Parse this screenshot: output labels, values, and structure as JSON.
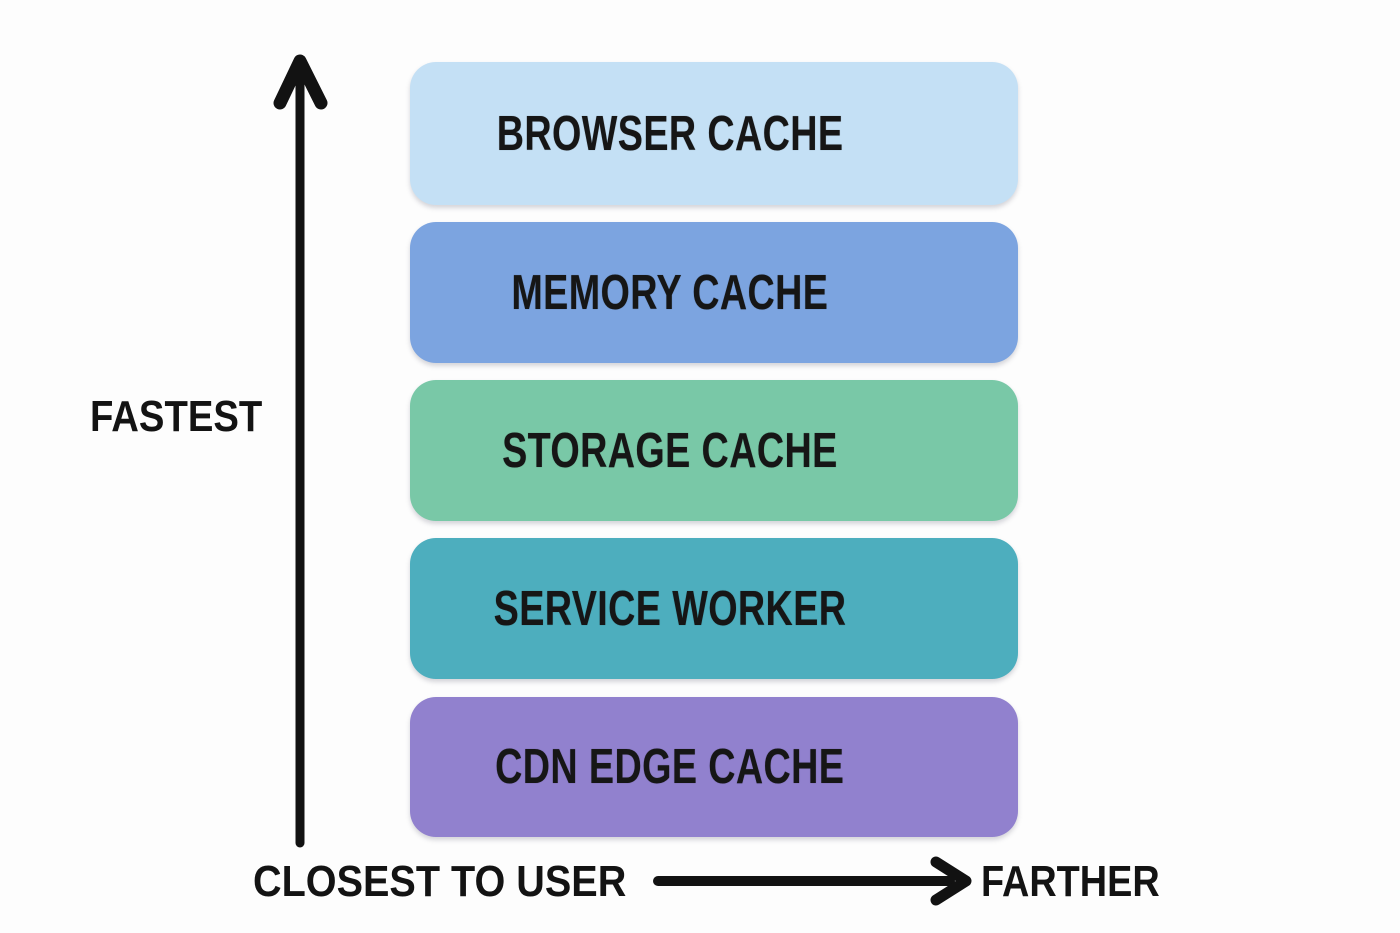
{
  "diagram": {
    "axes": {
      "speed_label": "FASTEST",
      "near_label": "CLOSEST TO USER",
      "far_label": "FARTHER"
    },
    "layers": [
      {
        "label": "BROWSER CACHE",
        "color": "#C4E0F5"
      },
      {
        "label": "MEMORY CACHE",
        "color": "#7CA4E0"
      },
      {
        "label": "STORAGE CACHE",
        "color": "#79C8A7"
      },
      {
        "label": "SERVICE WORKER",
        "color": "#4DAEBE"
      },
      {
        "label": "CDN EDGE CACHE",
        "color": "#9181CE"
      }
    ],
    "colors": {
      "background": "#FDFDFD",
      "text": "#161616",
      "arrow": "#121212"
    }
  }
}
